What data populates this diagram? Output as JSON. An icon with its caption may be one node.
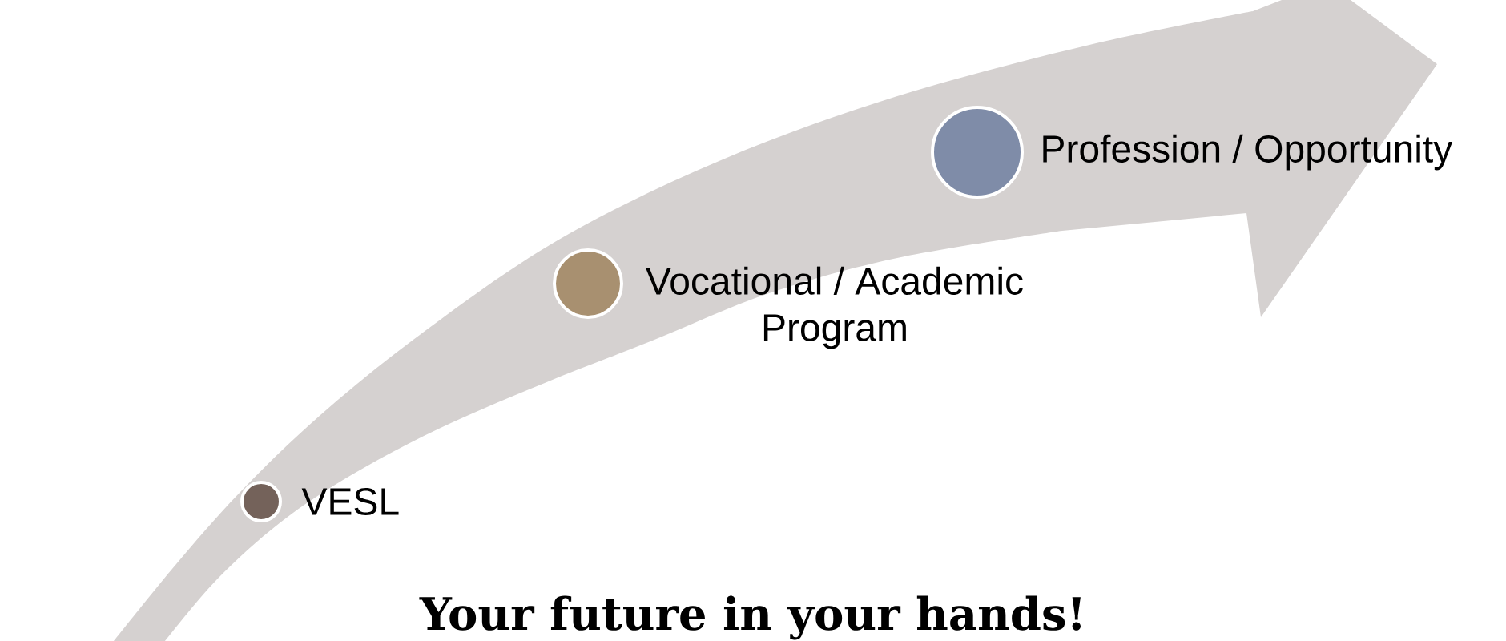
{
  "diagram": {
    "title": "Your future in your hands!",
    "nodes": [
      {
        "text": [
          "VESL"
        ]
      },
      {
        "text": [
          "Vocational / Academic Program"
        ]
      },
      {
        "text": [
          "Profession / Opportunity"
        ]
      }
    ]
  }
}
